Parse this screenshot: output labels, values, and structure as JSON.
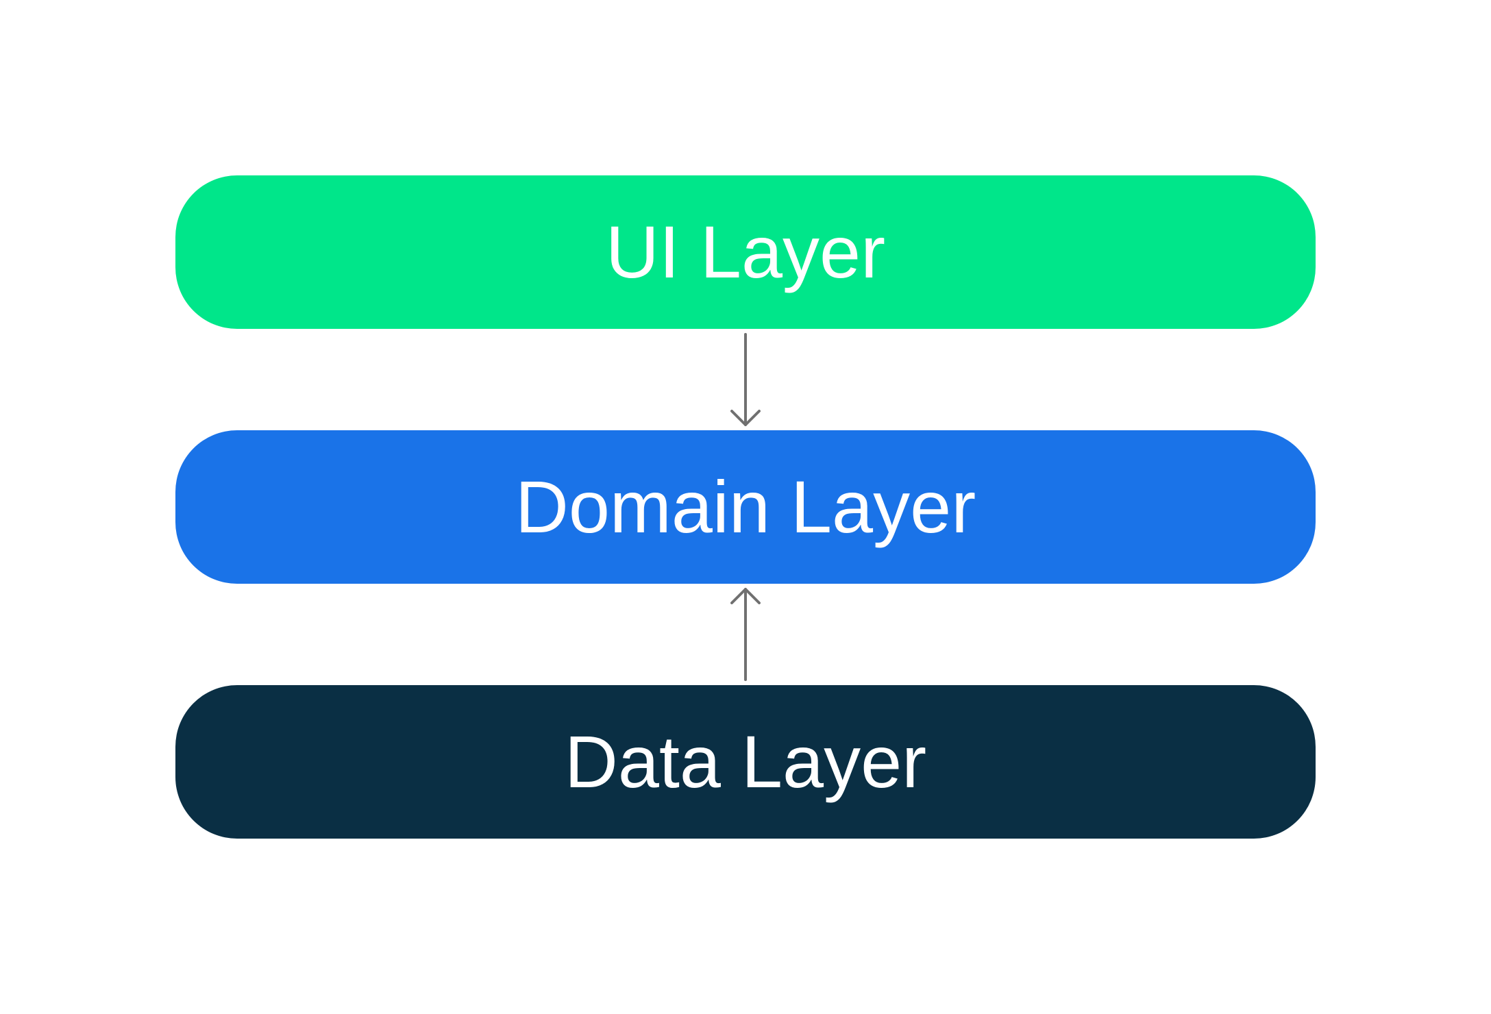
{
  "diagram": {
    "layers": [
      {
        "id": "ui",
        "label": "UI Layer",
        "color": "#00E68A"
      },
      {
        "id": "domain",
        "label": "Domain Layer",
        "color": "#1A73E8"
      },
      {
        "id": "data",
        "label": "Data Layer",
        "color": "#0A2F44"
      }
    ],
    "arrows": [
      {
        "from": "UI Layer",
        "to": "Domain Layer",
        "direction": "down"
      },
      {
        "from": "Data Layer",
        "to": "Domain Layer",
        "direction": "up"
      }
    ],
    "arrow_color": "#707070",
    "background": "#FFFFFF"
  }
}
